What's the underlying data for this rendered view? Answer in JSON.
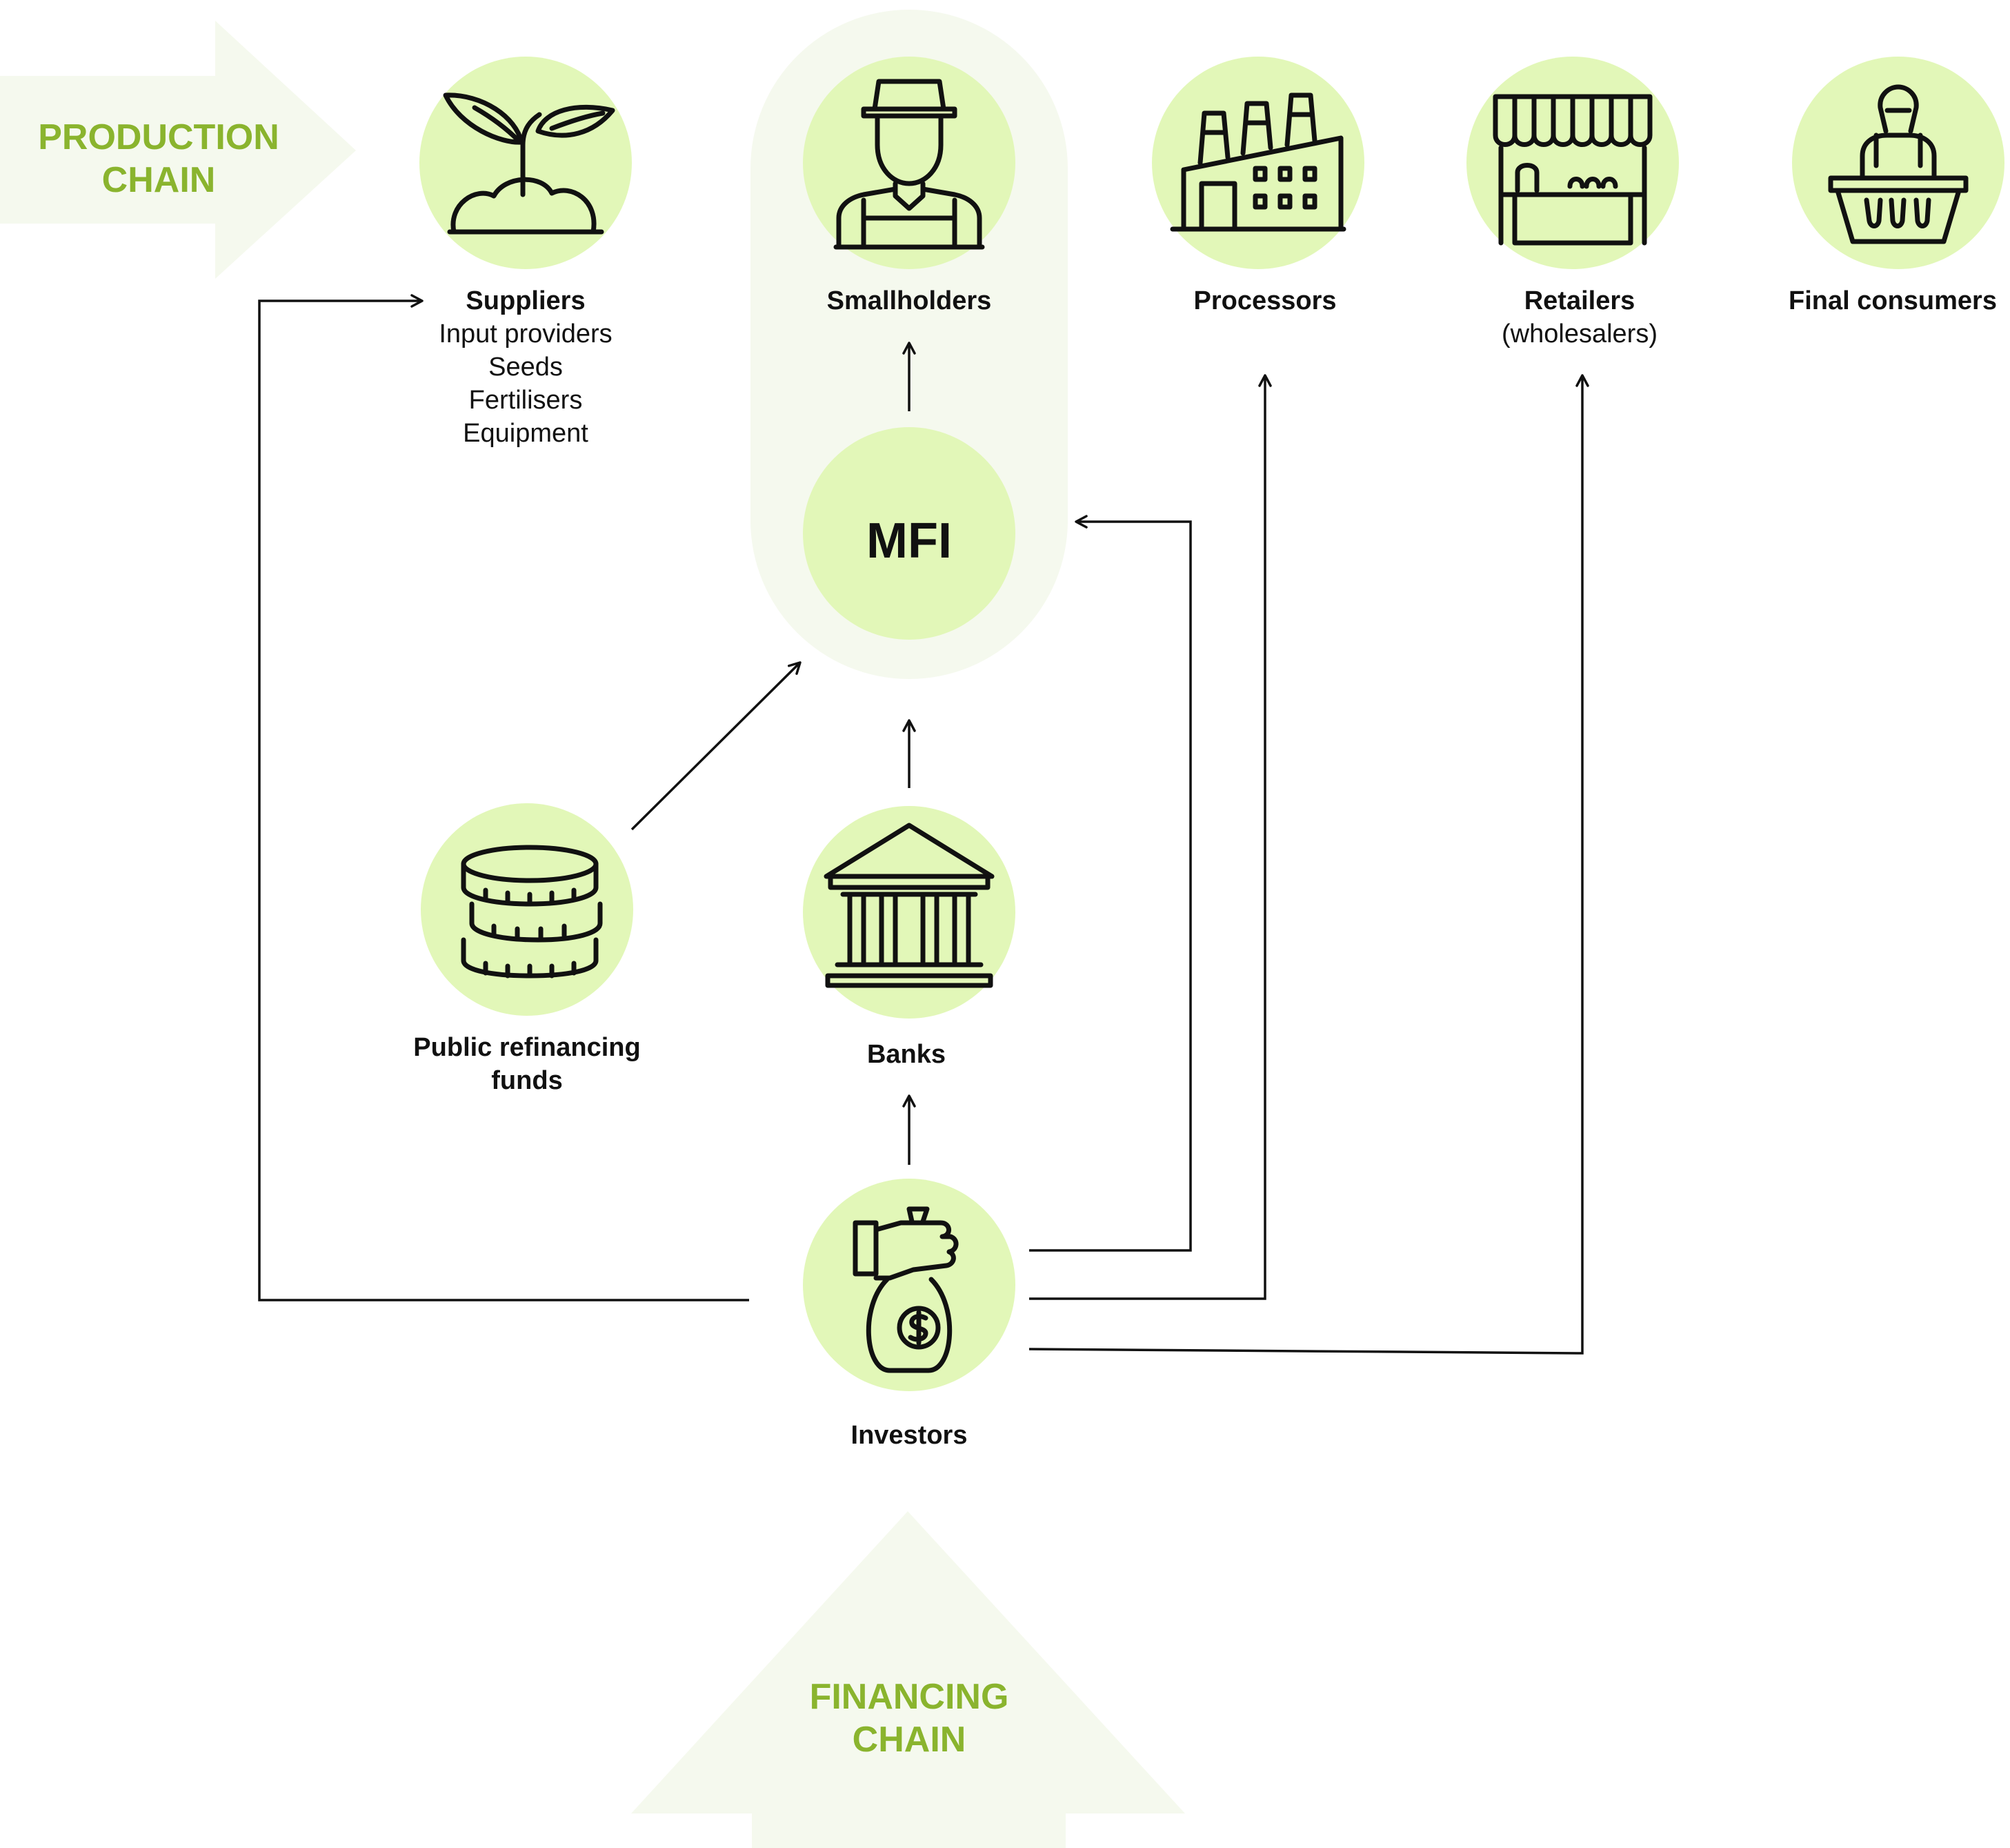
{
  "colors": {
    "chain_label": "#8ab42e",
    "circle_fill": "#e2f7b8",
    "band_fill": "#f5f9ee",
    "line": "#111111"
  },
  "production_chain": {
    "line1": "PRODUCTION",
    "line2": "CHAIN"
  },
  "financing_chain": {
    "line1": "FINANCING",
    "line2": "CHAIN"
  },
  "nodes": {
    "suppliers": {
      "title": "Suppliers",
      "lines": [
        "Input providers",
        "Seeds",
        "Fertilisers",
        "Equipment"
      ],
      "icon": "sprout-icon"
    },
    "smallholders": {
      "title": "Smallholders",
      "icon": "farmer-icon"
    },
    "processors": {
      "title": "Processors",
      "icon": "factory-icon"
    },
    "retailers": {
      "title": "Retailers",
      "subtitle": "(wholesalers)",
      "icon": "market-stall-icon"
    },
    "consumers": {
      "title": "Final consumers",
      "icon": "shopping-basket-icon"
    },
    "mfi": {
      "title": "MFI"
    },
    "public_funds": {
      "title_line1": "Public refinancing",
      "title_line2": "funds",
      "icon": "coin-stack-icon"
    },
    "banks": {
      "title": "Banks",
      "icon": "bank-icon"
    },
    "investors": {
      "title": "Investors",
      "icon": "money-bag-hand-icon"
    }
  }
}
